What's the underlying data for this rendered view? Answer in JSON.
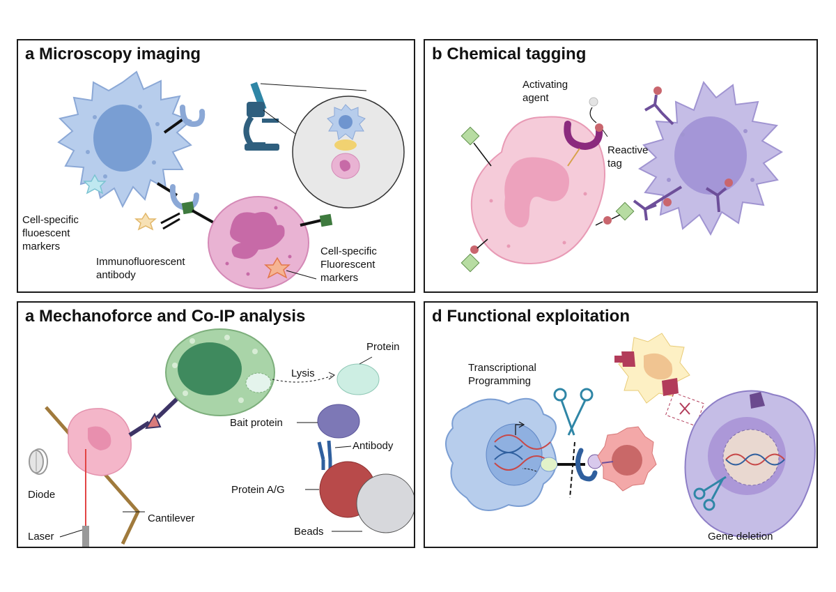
{
  "panels": {
    "a": {
      "title": "a Microscopy imaging",
      "labels": {
        "cell_specific_markers": "Cell-specific\nfluoescent\nmarkers",
        "immunofluorescent_antibody": "Immunofluorescent\nantibody",
        "cell_specific_fluorescent": "Cell-specific\nFluorescent\nmarkers"
      }
    },
    "b": {
      "title": "b Chemical tagging",
      "labels": {
        "activating_agent": "Activating\nagent",
        "reactive_tag": "Reactive\ntag"
      }
    },
    "c": {
      "title": "a Mechanoforce and Co-IP analysis",
      "labels": {
        "protein": "Protein",
        "lysis": "Lysis",
        "bait_protein": "Bait protein",
        "antibody": "Antibody",
        "protein_ag": "Protein A/G",
        "beads": "Beads",
        "diode": "Diode",
        "laser": "Laser",
        "cantilever": "Cantilever"
      }
    },
    "d": {
      "title": "d Functional exploitation",
      "labels": {
        "transcriptional_programming": "Transcriptional\nProgramming",
        "gene_deletion": "Gene deletion"
      }
    }
  },
  "colors": {
    "border": "#1a1a1a",
    "blue_cell": "#b7cdec",
    "pink_cell": "#e9b3d3",
    "purple_cell": "#c5bde6",
    "green_cell": "#a9d4a8",
    "marker_green": "#3e7a3e",
    "scissors": "#2f86a6"
  }
}
